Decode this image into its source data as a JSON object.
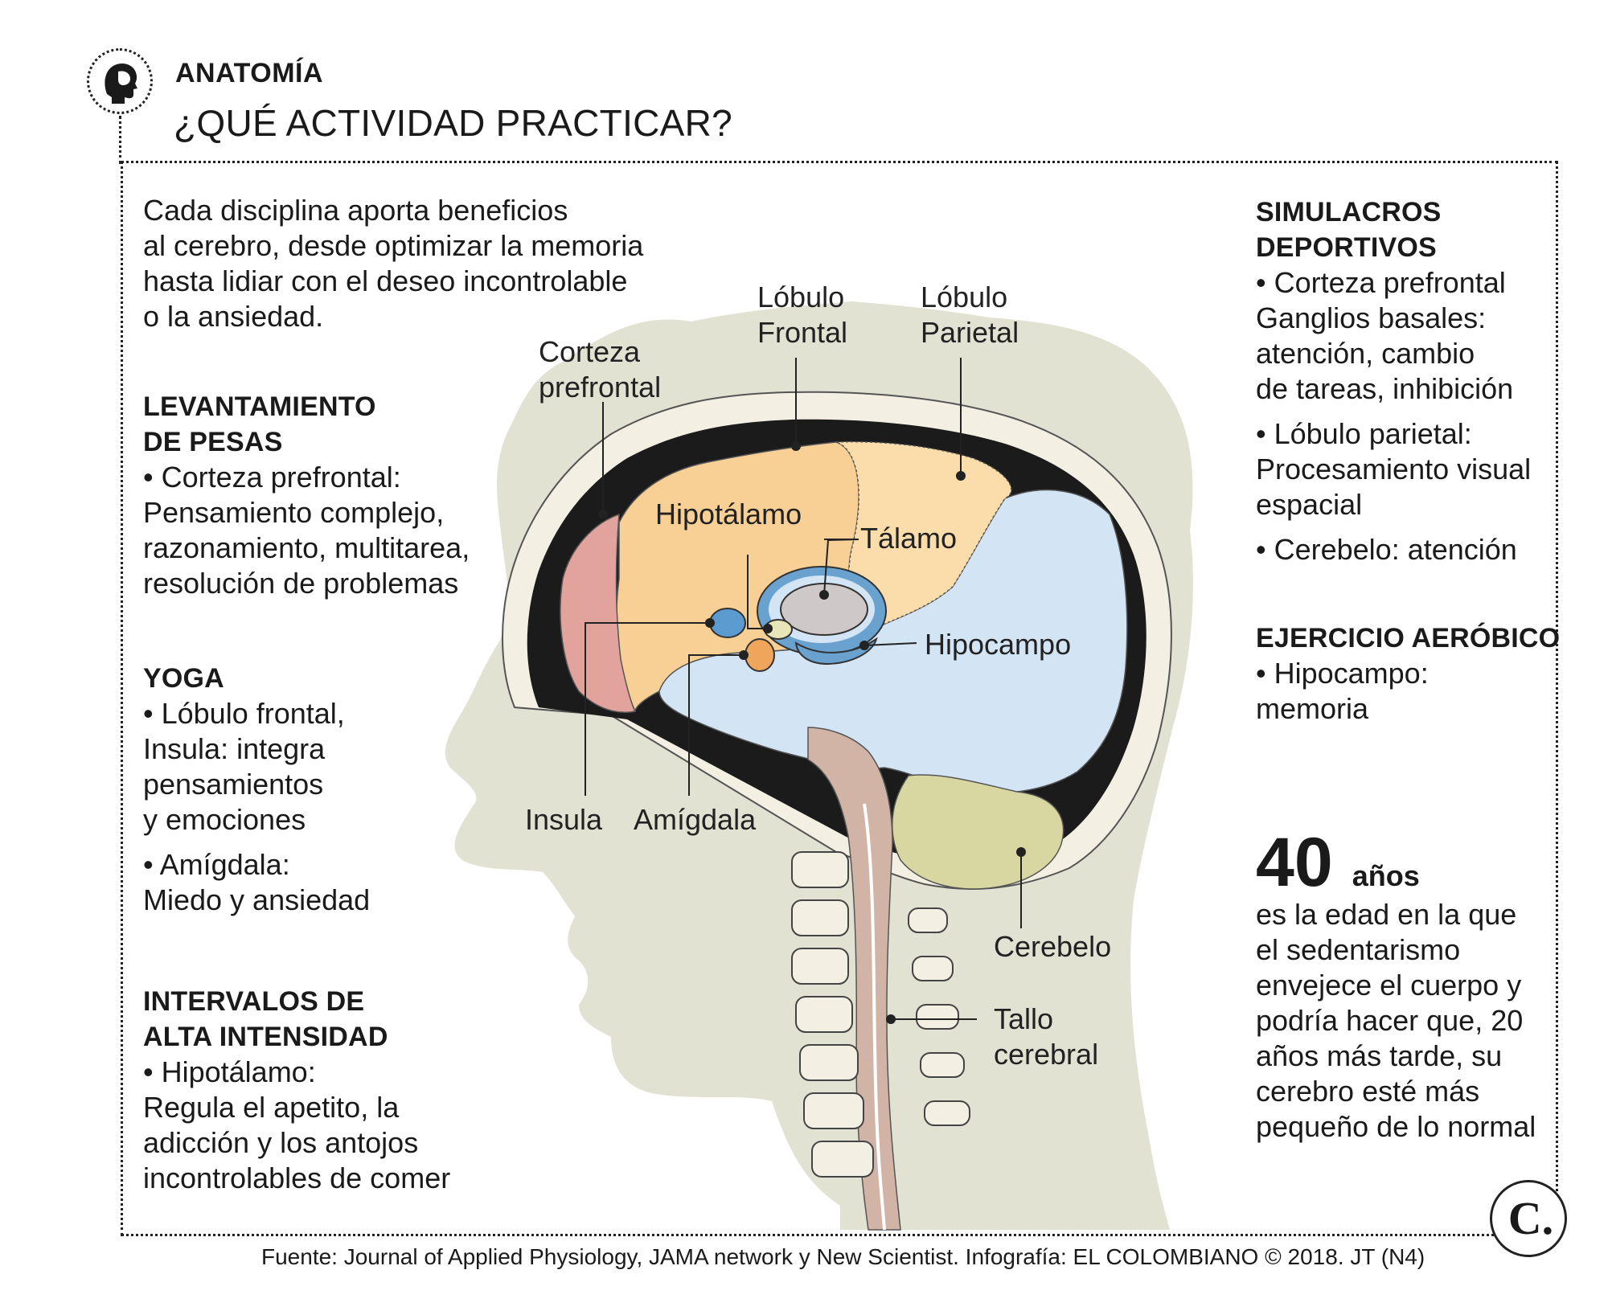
{
  "header": {
    "section": "ANATOMÍA",
    "title": "¿QUÉ ACTIVIDAD PRACTICAR?"
  },
  "intro": [
    "Cada disciplina aporta beneficios",
    "al cerebro, desde optimizar la memoria",
    "hasta lidiar con el deseo incontrolable",
    "o la ansiedad."
  ],
  "left_sections": [
    {
      "title": [
        "LEVANTAMIENTO",
        "DE PESAS"
      ],
      "body": [
        "• Corteza prefrontal:",
        "Pensamiento complejo,",
        "razonamiento, multitarea,",
        "resolución de problemas"
      ]
    },
    {
      "title": [
        "YOGA"
      ],
      "body": [
        "• Lóbulo frontal,",
        "Insula: integra",
        "pensamientos",
        "y emociones"
      ],
      "body2": [
        "• Amígdala:",
        "Miedo y ansiedad"
      ]
    },
    {
      "title": [
        "INTERVALOS DE",
        "ALTA INTENSIDAD"
      ],
      "body": [
        "• Hipotálamo:",
        "Regula el apetito, la",
        "adicción y los antojos",
        "incontrolables de comer"
      ]
    }
  ],
  "right_sections": [
    {
      "title": [
        "SIMULACROS",
        "DEPORTIVOS"
      ],
      "body": [
        "• Corteza prefrontal",
        "Ganglios basales:",
        "atención, cambio",
        "de tareas, inhibición"
      ],
      "body2": [
        "• Lóbulo parietal:",
        "Procesamiento visual",
        "espacial"
      ],
      "body3": [
        "• Cerebelo: atención"
      ]
    },
    {
      "title": [
        "EJERCICIO AERÓBICO"
      ],
      "body": [
        "• Hipocampo:",
        "memoria"
      ]
    }
  ],
  "stat": {
    "number": "40",
    "unit": "años",
    "text": [
      "es la edad en la que",
      "el sedentarismo",
      "envejece el cuerpo y",
      "podría hacer que, 20",
      "años más tarde, su",
      "cerebro esté más",
      "pequeño de lo normal"
    ]
  },
  "labels": {
    "corteza": [
      "Corteza",
      "prefrontal"
    ],
    "frontal": [
      "Lóbulo",
      "Frontal"
    ],
    "parietal": [
      "Lóbulo",
      "Parietal"
    ],
    "hipotalamo": "Hipotálamo",
    "talamo": "Tálamo",
    "hipocampo": "Hipocampo",
    "insula": "Insula",
    "amigdala": "Amígdala",
    "cerebelo": "Cerebelo",
    "tallo": [
      "Tallo",
      "cerebral"
    ]
  },
  "footer": "Fuente: Journal of Applied Physiology, JAMA network y New Scientist. Infografía: EL COLOMBIANO © 2018. JT (N4)",
  "logo_text": "C.",
  "colors": {
    "head": "#e2e2d3",
    "skull_dark": "#1b1b1b",
    "bone": "#f3efe3",
    "prefrontal": "#e3a39d",
    "frontal": "#f8cf95",
    "parietal": "#fbdcab",
    "temporal": "#d3e4f4",
    "cerebellum": "#d8d7a2",
    "thalamus": "#cfc8c9",
    "hippocampus": "#6aa2cf",
    "insula": "#5b9bd0",
    "amygdala": "#f0a55c",
    "hypothalamus": "#e8e6b8",
    "brainstem": "#d2b4a7"
  }
}
